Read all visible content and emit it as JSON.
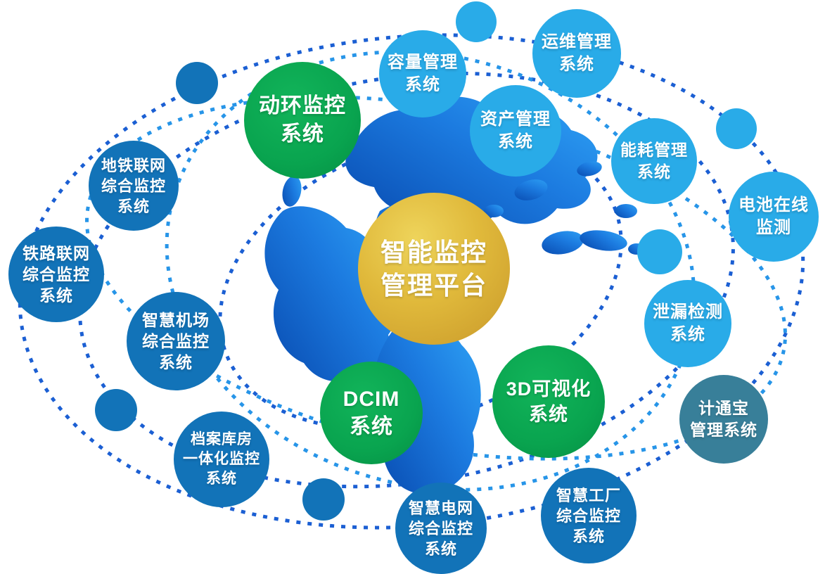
{
  "palette": {
    "hub_gold_light": "#EED45B",
    "hub_gold_dark": "#C9992A",
    "green": "#09A44F",
    "light_blue": "#29ABE8",
    "dark_blue": "#1273B8",
    "teal": "#387F99",
    "orbit_blue": "#1B5FD3",
    "orbit_light_blue": "#2795E8",
    "map_blue_deep": "#0A4FB4",
    "map_blue_bright": "#2FA3F5",
    "label_text": "#FFFFFF"
  },
  "hub": {
    "lines": [
      "智能监控",
      "管理平台"
    ]
  },
  "nodes": [
    {
      "id": "donghuan-monitoring",
      "category": "green",
      "lines": [
        "动环监控",
        "系统"
      ]
    },
    {
      "id": "capacity-mgmt",
      "category": "lightblue",
      "lines": [
        "容量管理",
        "系统"
      ]
    },
    {
      "id": "ops-mgmt",
      "category": "lightblue",
      "lines": [
        "运维管理",
        "系统"
      ]
    },
    {
      "id": "asset-mgmt",
      "category": "lightblue",
      "lines": [
        "资产管理",
        "系统"
      ]
    },
    {
      "id": "energy-mgmt",
      "category": "lightblue",
      "lines": [
        "能耗管理",
        "系统"
      ]
    },
    {
      "id": "battery-online",
      "category": "lightblue",
      "lines": [
        "电池在线",
        "监测"
      ]
    },
    {
      "id": "leak-detection",
      "category": "lightblue",
      "lines": [
        "泄漏检测",
        "系统"
      ]
    },
    {
      "id": "jitongbao-mgmt",
      "category": "teal",
      "lines": [
        "计通宝",
        "管理系统"
      ]
    },
    {
      "id": "3d-visualization",
      "category": "green",
      "lines": [
        "3D可视化",
        "系统"
      ]
    },
    {
      "id": "dcim",
      "category": "green",
      "lines": [
        "DCIM",
        "系统"
      ]
    },
    {
      "id": "metro-network",
      "category": "darkblue",
      "lines": [
        "地铁联网",
        "综合监控",
        "系统"
      ]
    },
    {
      "id": "railway-network",
      "category": "darkblue",
      "lines": [
        "铁路联网",
        "综合监控",
        "系统"
      ]
    },
    {
      "id": "smart-airport",
      "category": "darkblue",
      "lines": [
        "智慧机场",
        "综合监控",
        "系统"
      ]
    },
    {
      "id": "archive-warehouse",
      "category": "darkblue",
      "lines": [
        "档案库房",
        "一体化监控",
        "系统"
      ]
    },
    {
      "id": "smart-grid",
      "category": "darkblue",
      "lines": [
        "智慧电网",
        "综合监控",
        "系统"
      ]
    },
    {
      "id": "smart-factory",
      "category": "darkblue",
      "lines": [
        "智慧工厂",
        "综合监控",
        "系统"
      ]
    }
  ]
}
